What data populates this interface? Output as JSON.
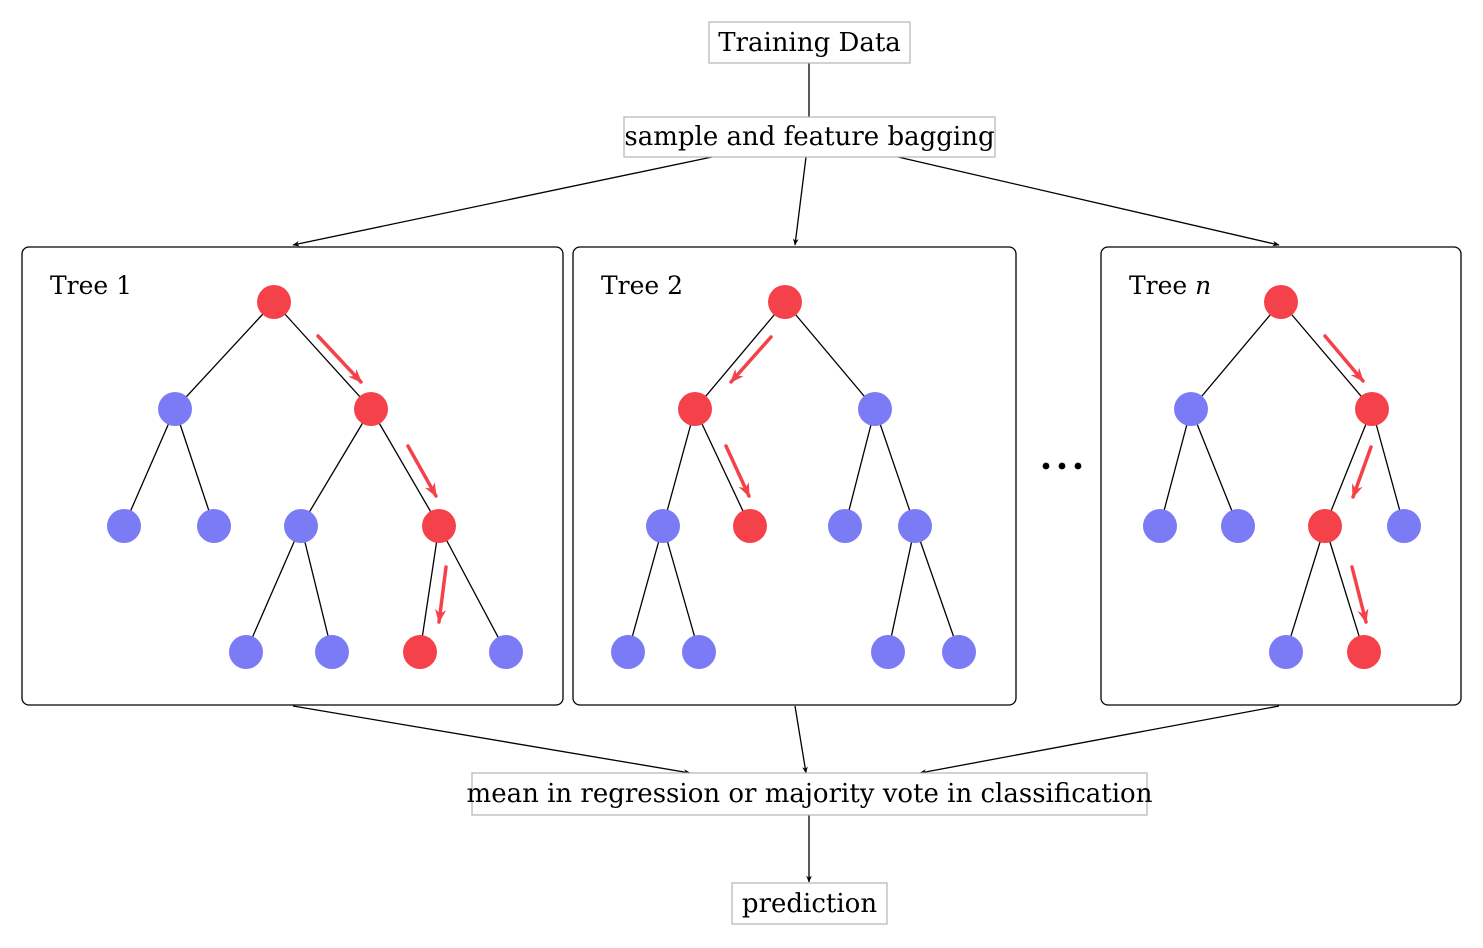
{
  "labels": {
    "training_data": "Training Data",
    "bagging": "sample and feature bagging",
    "aggregate": "mean in regression or majority vote in classification",
    "prediction": "prediction",
    "ellipsis": "…"
  },
  "trees": [
    {
      "title_prefix": "Tree",
      "title_index": "1"
    },
    {
      "title_prefix": "Tree",
      "title_index": "2"
    },
    {
      "title_prefix": "Tree",
      "title_index": "n"
    }
  ],
  "colors": {
    "node_on_path": "#f5424a",
    "node_off_path": "#7b7bf5",
    "path_arrow": "#f5424a",
    "line": "#000000",
    "label_box_border": "#b3b3b3",
    "panel_border": "#000000"
  },
  "icons": {
    "connector_arrow": "arrow-icon"
  }
}
